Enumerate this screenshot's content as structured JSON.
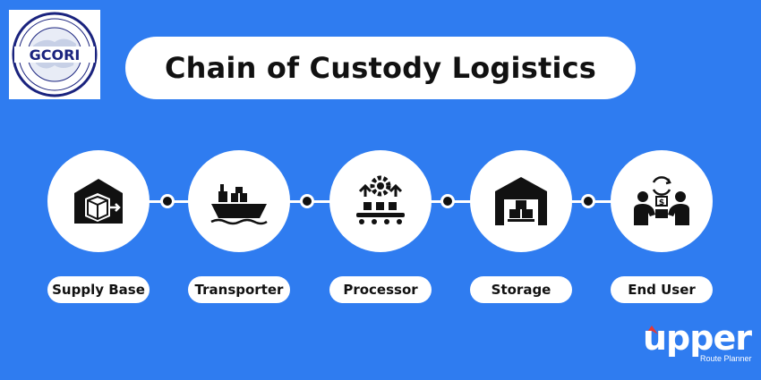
{
  "title": "Chain of Custody Logistics",
  "logo": {
    "text": "GCORI"
  },
  "steps": [
    {
      "label": "Supply Base",
      "icon": "warehouse-box-icon"
    },
    {
      "label": "Transporter",
      "icon": "cargo-ship-icon"
    },
    {
      "label": "Processor",
      "icon": "processing-gear-icon"
    },
    {
      "label": "Storage",
      "icon": "storage-warehouse-icon"
    },
    {
      "label": "End User",
      "icon": "exchange-people-icon"
    }
  ],
  "brand": {
    "name": "upper",
    "tagline": "Route Planner"
  },
  "colors": {
    "background": "#2f7cf0",
    "circle": "#ffffff",
    "icon": "#111111",
    "accent": "#e53935"
  }
}
